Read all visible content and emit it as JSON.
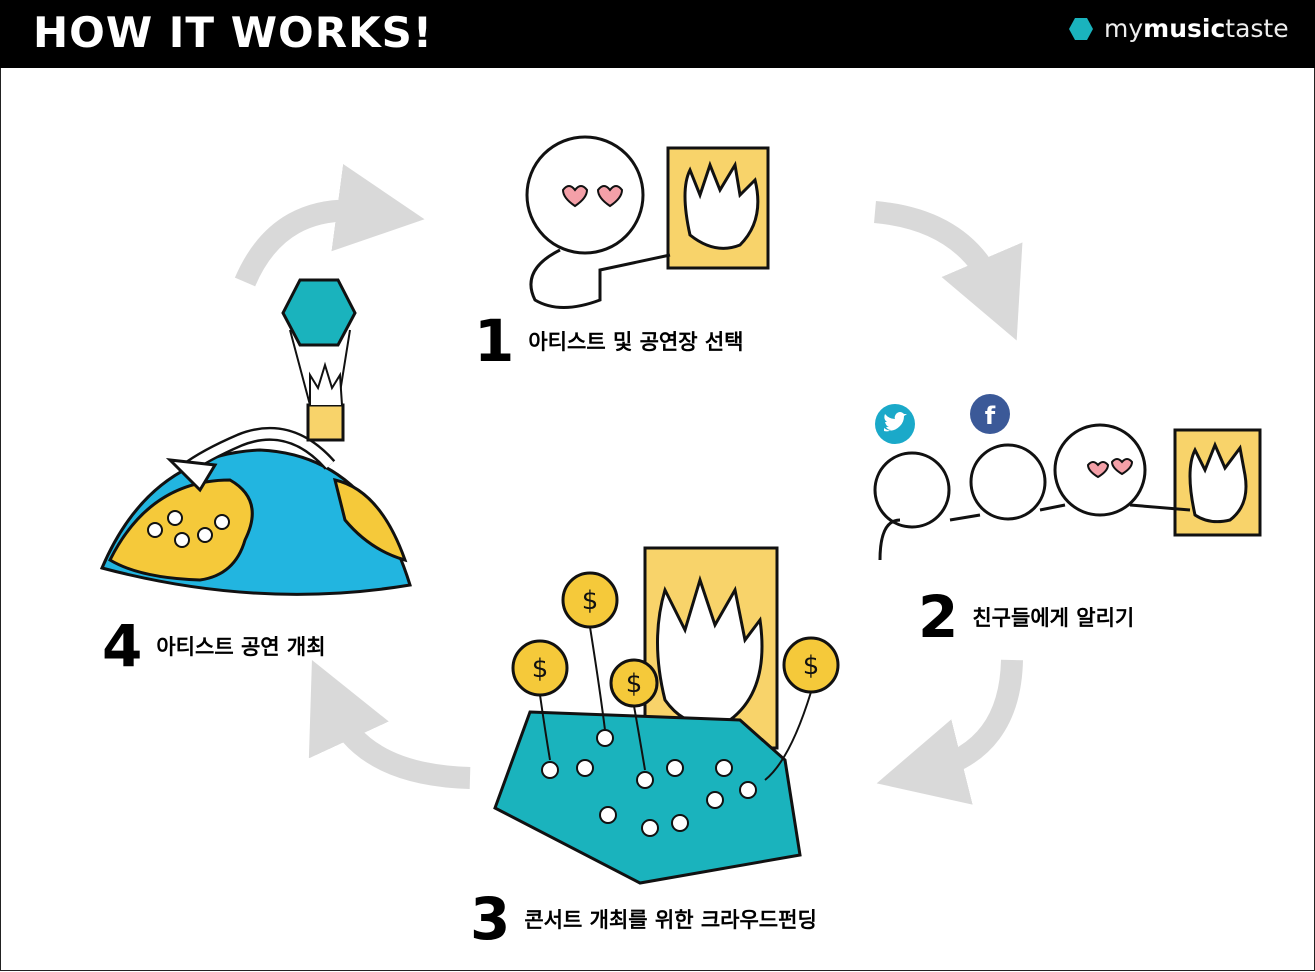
{
  "header": {
    "title": "HOW IT WORKS!",
    "logo": {
      "prefix": "my",
      "bold": "music",
      "suffix": "taste",
      "icon": "hexagon-icon",
      "color": "#1ab3bd"
    }
  },
  "steps": [
    {
      "number": "1",
      "label": "아티스트 및 공연장 선택"
    },
    {
      "number": "2",
      "label": "친구들에게 알리기"
    },
    {
      "number": "3",
      "label": "콘서트 개최를 위한 크라우드펀딩"
    },
    {
      "number": "4",
      "label": "아티스트 공연 개최"
    }
  ],
  "colors": {
    "arrow": "#d9d9d9",
    "yellow": "#f5c93a",
    "teal": "#1ab3bd",
    "ocean": "#22b5e0",
    "twitter": "#1aa9c9",
    "facebook": "#3b5998"
  },
  "coin_symbol": "$",
  "social": {
    "facebook": "f"
  }
}
